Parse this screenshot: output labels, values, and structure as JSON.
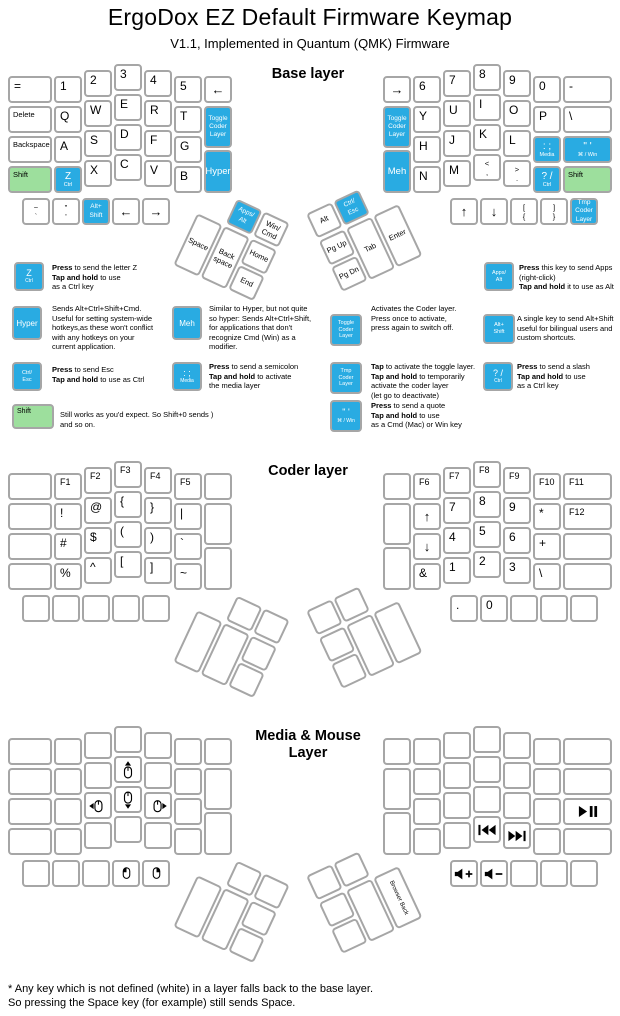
{
  "title": "ErgoDox EZ Default Firmware Keymap",
  "subtitle": "V1.1, Implemented in Quantum (QMK) Firmware",
  "footer_lines": [
    "* Any key which is not defined (white) in a layer falls back to the base layer.",
    "So pressing the Space key (for example) still sends Space."
  ],
  "colors": {
    "key_blue": "#29abe2",
    "key_green": "#9ddf9d",
    "key_border": "#a6a6a6"
  },
  "layers": [
    {
      "title": "Base layer",
      "left": {
        "r1": [
          "=",
          "1",
          "2",
          "3",
          "4",
          "5",
          {
            "t": "←"
          }
        ],
        "r2": [
          "Delete",
          "Q",
          "W",
          "E",
          "R",
          "T"
        ],
        "tall1": {
          "lines": [
            "Toggle",
            "Coder",
            "Layer"
          ],
          "color": "blue"
        },
        "r3": [
          "Backspace",
          "A",
          "S",
          "D",
          "F",
          "G"
        ],
        "r4": [
          {
            "t": "Shift",
            "color": "green"
          },
          {
            "t": "Z",
            "sub": "Ctrl",
            "color": "blue"
          },
          "X",
          "C",
          "V",
          "B"
        ],
        "tall2": {
          "t": "Hyper",
          "color": "blue"
        },
        "r5": [
          {
            "lines": [
              "~",
              "`"
            ]
          },
          {
            "lines": [
              "\"",
              "'"
            ]
          },
          {
            "lines": [
              "Alt+",
              "Shift"
            ],
            "color": "blue"
          },
          {
            "t": "←"
          },
          {
            "t": "→"
          }
        ],
        "thumb": [
          {
            "lines": [
              "Apps/",
              "Alt"
            ],
            "color": "blue"
          },
          {
            "lines": [
              "Win/",
              "Cmd"
            ]
          },
          {
            "t": "Space"
          },
          {
            "lines": [
              "Back",
              "space"
            ]
          },
          {
            "t": "Home"
          },
          {
            "t": "End"
          }
        ]
      },
      "right": {
        "r1": [
          {
            "t": "→"
          },
          "6",
          "7",
          "8",
          "9",
          "0",
          "-"
        ],
        "r2": [
          "Y",
          "U",
          "I",
          "O",
          "P",
          "\\"
        ],
        "tall1": {
          "lines": [
            "Toggle",
            "Coder",
            "Layer"
          ],
          "color": "blue"
        },
        "r3": [
          "H",
          "J",
          "K",
          "L",
          {
            "t": ": ;",
            "sub": "Media",
            "color": "blue"
          },
          {
            "t": "\" '",
            "sub": "⌘ / Win",
            "color": "blue"
          }
        ],
        "r4": [
          "N",
          "M",
          {
            "lines": [
              "<",
              ","
            ]
          },
          {
            "lines": [
              ">",
              "."
            ]
          },
          {
            "t": "? /",
            "sub": "Ctrl",
            "color": "blue"
          },
          {
            "t": "Shift",
            "color": "green"
          }
        ],
        "tall2": {
          "t": "Meh",
          "color": "blue"
        },
        "r5": [
          {
            "t": "↑"
          },
          {
            "t": "↓"
          },
          {
            "lines": [
              "[",
              "{"
            ]
          },
          {
            "lines": [
              "]",
              "}"
            ]
          },
          {
            "lines": [
              "Tmp",
              "Coder",
              "Layer"
            ],
            "color": "blue"
          }
        ],
        "thumb": [
          {
            "t": "Alt"
          },
          {
            "lines": [
              "Ctrl/",
              "Esc"
            ],
            "color": "blue"
          },
          {
            "t": "Pg Up"
          },
          {
            "t": "Pg Dn"
          },
          {
            "t": "Tab"
          },
          {
            "t": "Enter"
          }
        ]
      }
    },
    {
      "title": "Coder layer",
      "left": {
        "r1": [
          "",
          "F1",
          "F2",
          "F3",
          "F4",
          "F5",
          ""
        ],
        "r2": [
          "",
          "!",
          "@",
          "{",
          "}",
          "|"
        ],
        "tall1": "",
        "r3": [
          "",
          "#",
          "$",
          "(",
          ")",
          "`"
        ],
        "r4": [
          "",
          "%",
          "^",
          "[",
          "]",
          "~"
        ],
        "tall2": "",
        "r5": [
          "",
          "",
          "",
          "",
          ""
        ],
        "thumb": [
          "",
          "",
          "",
          "",
          "",
          ""
        ]
      },
      "right": {
        "r1": [
          "",
          "F6",
          "F7",
          "F8",
          "F9",
          "F10",
          "F11"
        ],
        "r2": [
          {
            "t": "↑"
          },
          "7",
          "8",
          "9",
          "*",
          "F12"
        ],
        "tall1": "",
        "r3": [
          {
            "t": "↓"
          },
          "4",
          "5",
          "6",
          "+",
          ""
        ],
        "r4": [
          "&",
          "1",
          "2",
          "3",
          "\\",
          ""
        ],
        "tall2": "",
        "r5": [
          ".",
          "0",
          "",
          "",
          ""
        ],
        "thumb": [
          "",
          "",
          "",
          "",
          "",
          ""
        ]
      }
    },
    {
      "title": "Media & Mouse\nLayer",
      "left": {
        "r1": [
          "",
          "",
          "",
          "",
          "",
          "",
          ""
        ],
        "r2": [
          "",
          "",
          "",
          {
            "icon": "mouse-up-icon"
          },
          "",
          ""
        ],
        "tall1": "",
        "r3": [
          "",
          "",
          {
            "icon": "mouse-left-icon"
          },
          {
            "icon": "mouse-down-icon"
          },
          {
            "icon": "mouse-right-icon"
          },
          ""
        ],
        "r4": [
          "",
          "",
          "",
          "",
          "",
          ""
        ],
        "tall2": "",
        "r5": [
          "",
          "",
          "",
          {
            "icon": "mouse-left-click-icon"
          },
          {
            "icon": "mouse-right-click-icon"
          }
        ],
        "thumb": [
          "",
          "",
          "",
          "",
          "",
          ""
        ]
      },
      "right": {
        "r1": [
          "",
          "",
          "",
          "",
          "",
          "",
          ""
        ],
        "r2": [
          "",
          "",
          "",
          "",
          "",
          ""
        ],
        "tall1": "",
        "r3": [
          "",
          "",
          "",
          "",
          "",
          {
            "icon": "play-pause-icon"
          }
        ],
        "r4": [
          "",
          "",
          {
            "icon": "prev-track-icon"
          },
          {
            "icon": "next-track-icon"
          },
          "",
          ""
        ],
        "tall2": "",
        "r5": [
          {
            "icon": "volume-up-icon"
          },
          {
            "icon": "volume-down-icon"
          },
          "",
          "",
          ""
        ],
        "thumb": [
          "",
          "",
          "",
          "",
          "",
          {
            "t": "Browser Back",
            "vtext": true
          }
        ]
      }
    }
  ],
  "callouts": [
    {
      "key": {
        "t": "Z",
        "sub": "Ctrl",
        "color": "blue"
      },
      "lines": [
        "**Press** to send the letter Z",
        "**Tap and hold** to use",
        "as a Ctrl key"
      ]
    },
    {
      "key": {
        "lines": [
          "Apps/",
          "Alt"
        ],
        "color": "blue"
      },
      "lines": [
        "**Press** this key to send Apps",
        "(right-click)",
        "**Tap and hold** it to use as Alt"
      ]
    },
    {
      "key": {
        "t": "Hyper",
        "color": "blue"
      },
      "lines": [
        "Sends Alt+Ctrl+Shift+Cmd.",
        "Useful for setting system-wide",
        "hotkeys,as these won't conflict",
        "with any hotkeys on your",
        "current application."
      ]
    },
    {
      "key": {
        "t": "Meh",
        "color": "blue"
      },
      "lines": [
        "Similar to Hyper, but not quite",
        "so hyper: Sends Alt+Ctrl+Shift,",
        "for applications that don't",
        "recognize Cmd (Win) as a",
        "modifier."
      ]
    },
    {
      "key": {
        "lines": [
          "Toggle",
          "Coder",
          "Layer"
        ],
        "color": "blue"
      },
      "lines": [
        "Activates the Coder layer.",
        "Press once to activate,",
        "press again to switch off."
      ]
    },
    {
      "key": {
        "lines": [
          "Alt+",
          "Shift"
        ],
        "color": "blue"
      },
      "lines": [
        "A single key to send Alt+Shift",
        "useful for bilingual users and",
        "custom shortcuts."
      ]
    },
    {
      "key": {
        "lines": [
          "Ctrl/",
          "Esc"
        ],
        "color": "blue"
      },
      "lines": [
        "**Press** to send Esc",
        "**Tap and hold** to use as Ctrl"
      ]
    },
    {
      "key": {
        "t": ": ;",
        "sub": "Media",
        "color": "blue"
      },
      "lines": [
        "**Press** to send a semicolon",
        "**Tap and hold** to activate",
        "the media layer"
      ]
    },
    {
      "key": {
        "lines": [
          "Tmp",
          "Coder",
          "Layer"
        ],
        "color": "blue"
      },
      "lines": [
        "**Tap** to activate the toggle layer.",
        "**Tap and hold** to temporarily",
        "activate the coder layer",
        "(let go to deactivate)"
      ]
    },
    {
      "key": {
        "t": "? /",
        "sub": "Ctrl",
        "color": "blue"
      },
      "lines": [
        "**Press** to send a slash",
        "**Tap and hold** to use",
        "as a Ctrl key"
      ]
    },
    {
      "key": {
        "t": "Shift",
        "color": "green"
      },
      "lines": [
        "Still works as you'd expect. So Shift+0 sends ) and so on."
      ]
    },
    {
      "key": {
        "t": "\" '",
        "sub": "⌘ / Win",
        "color": "blue"
      },
      "lines": [
        "**Press** to send a quote",
        "**Tap and hold** to use",
        "as a Cmd (Mac) or Win key"
      ]
    }
  ]
}
